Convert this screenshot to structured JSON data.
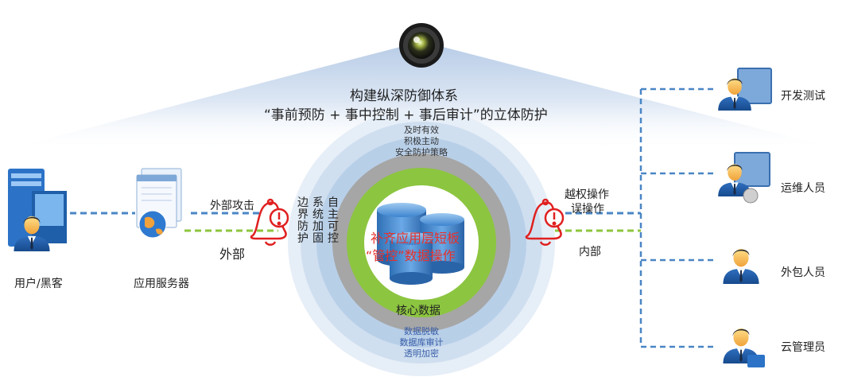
{
  "heading": {
    "line1": "构建纵深防御体系",
    "line2": "“事前预防 + 事中控制 + 事后审计”的立体防护"
  },
  "left_actors": {
    "user": "用户/黑客",
    "server": "应用服务器",
    "external_attack": "外部攻击",
    "external": "外部"
  },
  "border_defense": {
    "col1": "边界防护",
    "col2": "系统加固",
    "col3": "自主可控"
  },
  "outer_ring": {
    "top": [
      "及时有效",
      "积极主动",
      "安全防护策略"
    ],
    "bottom": [
      "数据脱敏",
      "数据库审计",
      "透明加密"
    ]
  },
  "center": {
    "red_line1": "补齐应用层短板",
    "red_line2": "“管控”数据操作",
    "label": "核心数据"
  },
  "right_side": {
    "ops1": "越权操作",
    "ops2": "误操作",
    "internal": "内部"
  },
  "roles": [
    "开发测试",
    "运维人员",
    "外包人员",
    "云管理员"
  ],
  "icons": [
    "camera-lens-icon",
    "server-user-icon",
    "web-window-icon",
    "alarm-bell-icon",
    "database-icon",
    "person-icon"
  ],
  "colors": {
    "dashed_blue": "#4a86c5",
    "dashed_green": "#8dc63f",
    "alert_red": "#e02020",
    "ring_outer": "#dbe6f3",
    "ring_gray": "#a9a9a9",
    "ring_green": "#8cc540",
    "center_red_text": "#e8302a"
  }
}
